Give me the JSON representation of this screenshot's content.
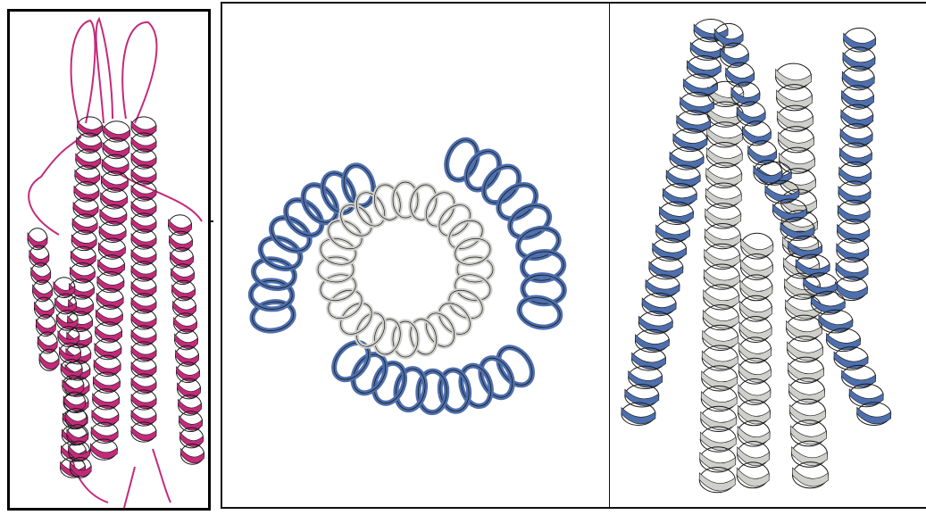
{
  "figure": {
    "panels": [
      {
        "id": "left",
        "content": "ribbon-helix-bundle-side-view",
        "color": "#c42a7a"
      },
      {
        "id": "middle",
        "content": "helix-bundle-top-view",
        "outer_color": "#4d6fae",
        "inner_color": "#c9c9c4"
      },
      {
        "id": "right",
        "content": "helix-bundle-side-view",
        "outer_color": "#4d6fae",
        "inner_color": "#d3d6d6"
      }
    ],
    "colors": {
      "magenta_helix": "#c42a7a",
      "blue_helix": "#4d6fae",
      "gray_helix": "#cfd0cc",
      "outline": "#1a1a1a",
      "background": "#ffffff"
    }
  }
}
